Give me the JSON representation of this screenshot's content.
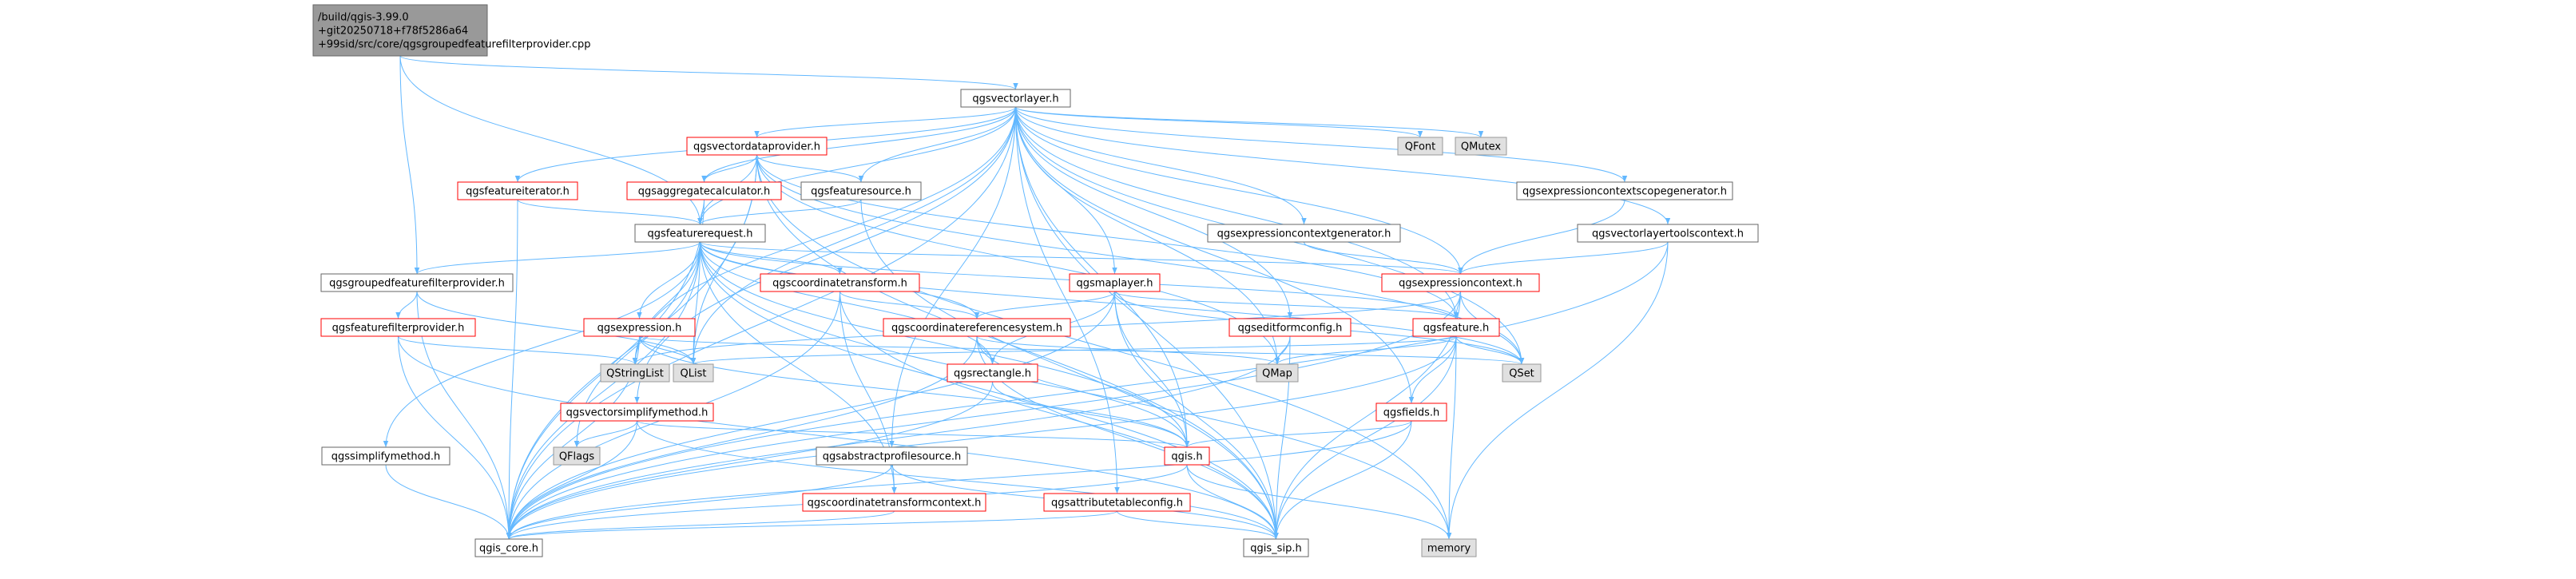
{
  "colors": {
    "edge": "#63b8ff",
    "node_border": "#666666",
    "node_red": "#ff0000",
    "root_fill": "#999999",
    "external_fill": "#e0e0e0",
    "node_fill": "#ffffff"
  },
  "nodes": [
    {
      "id": "root",
      "style": "root",
      "lines": [
        "/build/qgis-3.99.0",
        "+git20250718+f78f5286a64",
        "+99sid/src/core/qgsgroupedfeaturefilterprovider.cpp"
      ]
    },
    {
      "id": "qgsvectorlayer",
      "style": "black",
      "lines": [
        "qgsvectorlayer.h"
      ]
    },
    {
      "id": "qgsvectordataprovider",
      "style": "red",
      "lines": [
        "qgsvectordataprovider.h"
      ]
    },
    {
      "id": "qgsfeatureiterator",
      "style": "red",
      "lines": [
        "qgsfeatureiterator.h"
      ]
    },
    {
      "id": "qgsaggregatecalculator",
      "style": "red",
      "lines": [
        "qgsaggregatecalculator.h"
      ]
    },
    {
      "id": "qgsfeaturesource",
      "style": "black",
      "lines": [
        "qgsfeaturesource.h"
      ]
    },
    {
      "id": "qfont",
      "style": "external",
      "lines": [
        "QFont"
      ]
    },
    {
      "id": "qmutex",
      "style": "external",
      "lines": [
        "QMutex"
      ]
    },
    {
      "id": "qgsexprctxscopegen",
      "style": "black",
      "lines": [
        "qgsexpressioncontextscopegenerator.h"
      ]
    },
    {
      "id": "qgsfeaturerequest",
      "style": "black",
      "lines": [
        "qgsfeaturerequest.h"
      ]
    },
    {
      "id": "qgsexprctxgen",
      "style": "black",
      "lines": [
        "qgsexpressioncontextgenerator.h"
      ]
    },
    {
      "id": "qgsvectorlayertoolscontext",
      "style": "black",
      "lines": [
        "qgsvectorlayertoolscontext.h"
      ]
    },
    {
      "id": "qgsgroupedffp",
      "style": "black",
      "lines": [
        "qgsgroupedfeaturefilterprovider.h"
      ]
    },
    {
      "id": "qgscoordinatetransform",
      "style": "red",
      "lines": [
        "qgscoordinatetransform.h"
      ]
    },
    {
      "id": "qgsmaplayer",
      "style": "red",
      "lines": [
        "qgsmaplayer.h"
      ]
    },
    {
      "id": "qgsexpressioncontext",
      "style": "red",
      "lines": [
        "qgsexpressioncontext.h"
      ]
    },
    {
      "id": "qgsfeaturefilterprovider",
      "style": "red",
      "lines": [
        "qgsfeaturefilterprovider.h"
      ]
    },
    {
      "id": "qgsexpression",
      "style": "red",
      "lines": [
        "qgsexpression.h"
      ]
    },
    {
      "id": "qgscrs",
      "style": "red",
      "lines": [
        "qgscoordinatereferencesystem.h"
      ]
    },
    {
      "id": "qgseditformconfig",
      "style": "red",
      "lines": [
        "qgseditformconfig.h"
      ]
    },
    {
      "id": "qgsfeature",
      "style": "red",
      "lines": [
        "qgsfeature.h"
      ]
    },
    {
      "id": "qstringlist",
      "style": "external",
      "lines": [
        "QStringList"
      ]
    },
    {
      "id": "qlist",
      "style": "external",
      "lines": [
        "QList"
      ]
    },
    {
      "id": "qgsvectorsimplifymethod",
      "style": "red",
      "lines": [
        "qgsvectorsimplifymethod.h"
      ]
    },
    {
      "id": "qgsrectangle",
      "style": "red",
      "lines": [
        "qgsrectangle.h"
      ]
    },
    {
      "id": "qmap",
      "style": "external",
      "lines": [
        "QMap"
      ]
    },
    {
      "id": "qset",
      "style": "external",
      "lines": [
        "QSet"
      ]
    },
    {
      "id": "qgsfields",
      "style": "red",
      "lines": [
        "qgsfields.h"
      ]
    },
    {
      "id": "qgssimplifymethod",
      "style": "black",
      "lines": [
        "qgssimplifymethod.h"
      ]
    },
    {
      "id": "qflags",
      "style": "external",
      "lines": [
        "QFlags"
      ]
    },
    {
      "id": "qgsabstractprofilesource",
      "style": "black",
      "lines": [
        "qgsabstractprofilesource.h"
      ]
    },
    {
      "id": "qgscoordinatetransformcontext",
      "style": "red",
      "lines": [
        "qgscoordinatetransformcontext.h"
      ]
    },
    {
      "id": "qgsattributetableconfig",
      "style": "red",
      "lines": [
        "qgsattributetableconfig.h"
      ]
    },
    {
      "id": "qgis",
      "style": "red",
      "lines": [
        "qgis.h"
      ]
    },
    {
      "id": "qgis_core",
      "style": "black",
      "lines": [
        "qgis_core.h"
      ]
    },
    {
      "id": "qgis_sip",
      "style": "black",
      "lines": [
        "qgis_sip.h"
      ]
    },
    {
      "id": "memory",
      "style": "external",
      "lines": [
        "memory"
      ]
    }
  ],
  "edges": [
    [
      "root",
      "qgsvectorlayer"
    ],
    [
      "root",
      "qgsgroupedffp"
    ],
    [
      "root",
      "qgsfeaturerequest"
    ],
    [
      "qgsvectorlayer",
      "qgsvectordataprovider"
    ],
    [
      "qgsvectorlayer",
      "qgsfeatureiterator"
    ],
    [
      "qgsvectorlayer",
      "qgsaggregatecalculator"
    ],
    [
      "qgsvectorlayer",
      "qgsfeaturesource"
    ],
    [
      "qgsvectorlayer",
      "qfont"
    ],
    [
      "qgsvectorlayer",
      "qmutex"
    ],
    [
      "qgsvectorlayer",
      "qgsexprctxscopegen"
    ],
    [
      "qgsvectorlayer",
      "qgsfeaturerequest"
    ],
    [
      "qgsvectorlayer",
      "qgsexprctxgen"
    ],
    [
      "qgsvectorlayer",
      "qgsvectorlayertoolscontext"
    ],
    [
      "qgsvectorlayer",
      "qgsmaplayer"
    ],
    [
      "qgsvectorlayer",
      "qgsexpressioncontext"
    ],
    [
      "qgsvectorlayer",
      "qgseditformconfig"
    ],
    [
      "qgsvectorlayer",
      "qgsfeature"
    ],
    [
      "qgsvectorlayer",
      "qstringlist"
    ],
    [
      "qgsvectorlayer",
      "qlist"
    ],
    [
      "qgsvectorlayer",
      "qgsvectorsimplifymethod"
    ],
    [
      "qgsvectorlayer",
      "qmap"
    ],
    [
      "qgsvectorlayer",
      "qset"
    ],
    [
      "qgsvectorlayer",
      "qgsfields"
    ],
    [
      "qgsvectorlayer",
      "qgsabstractprofilesource"
    ],
    [
      "qgsvectorlayer",
      "qgsattributetableconfig"
    ],
    [
      "qgsvectorlayer",
      "qgis"
    ],
    [
      "qgsvectorlayer",
      "qgis_core"
    ],
    [
      "qgsvectorlayer",
      "qgis_sip"
    ],
    [
      "qgsvectordataprovider",
      "qgsaggregatecalculator"
    ],
    [
      "qgsvectordataprovider",
      "qgsfeaturesource"
    ],
    [
      "qgsvectordataprovider",
      "qgsfeaturerequest"
    ],
    [
      "qgsvectordataprovider",
      "qgsfeature"
    ],
    [
      "qgsvectordataprovider",
      "qlist"
    ],
    [
      "qgsvectordataprovider",
      "qmap"
    ],
    [
      "qgsvectordataprovider",
      "qset"
    ],
    [
      "qgsvectordataprovider",
      "qgis_core"
    ],
    [
      "qgsvectordataprovider",
      "qgis_sip"
    ],
    [
      "qgsvectordataprovider",
      "memory"
    ],
    [
      "qgsfeatureiterator",
      "qgsfeaturerequest"
    ],
    [
      "qgsfeatureiterator",
      "qgis_core"
    ],
    [
      "qgsaggregatecalculator",
      "qgsfeaturerequest"
    ],
    [
      "qgsaggregatecalculator",
      "qgis_core"
    ],
    [
      "qgsfeaturesource",
      "qgsfeaturerequest"
    ],
    [
      "qgsfeaturesource",
      "qgis_sip"
    ],
    [
      "qgsexprctxscopegen",
      "qgsexpressioncontext"
    ],
    [
      "qgsfeaturerequest",
      "qgsgroupedffp"
    ],
    [
      "qgsfeaturerequest",
      "qgscoordinatetransform"
    ],
    [
      "qgsfeaturerequest",
      "qgsexpressioncontext"
    ],
    [
      "qgsfeaturerequest",
      "qgsexpression"
    ],
    [
      "qgsfeaturerequest",
      "qgscrs"
    ],
    [
      "qgsfeaturerequest",
      "qgsfeature"
    ],
    [
      "qgsfeaturerequest",
      "qstringlist"
    ],
    [
      "qgsfeaturerequest",
      "qlist"
    ],
    [
      "qgsfeaturerequest",
      "qgsrectangle"
    ],
    [
      "qgsfeaturerequest",
      "qset"
    ],
    [
      "qgsfeaturerequest",
      "qgssimplifymethod"
    ],
    [
      "qgsfeaturerequest",
      "qflags"
    ],
    [
      "qgsfeaturerequest",
      "qgscoordinatetransformcontext"
    ],
    [
      "qgsfeaturerequest",
      "qgis"
    ],
    [
      "qgsfeaturerequest",
      "qgis_core"
    ],
    [
      "qgsfeaturerequest",
      "qgis_sip"
    ],
    [
      "qgsfeaturerequest",
      "memory"
    ],
    [
      "qgsexprctxgen",
      "qgsexpressioncontext"
    ],
    [
      "qgsvectorlayertoolscontext",
      "qgsexpressioncontext"
    ],
    [
      "qgsvectorlayertoolscontext",
      "qgis_core"
    ],
    [
      "qgsvectorlayertoolscontext",
      "memory"
    ],
    [
      "qgsgroupedffp",
      "qgsfeaturefilterprovider"
    ],
    [
      "qgsgroupedffp",
      "qlist"
    ],
    [
      "qgsgroupedffp",
      "qgis_core"
    ],
    [
      "qgscoordinatetransform",
      "qgscrs"
    ],
    [
      "qgscoordinatetransform",
      "qgscoordinatetransformcontext"
    ],
    [
      "qgscoordinatetransform",
      "qgis_core"
    ],
    [
      "qgscoordinatetransform",
      "qgis_sip"
    ],
    [
      "qgsmaplayer",
      "qgscrs"
    ],
    [
      "qgsmaplayer",
      "qgsrectangle"
    ],
    [
      "qgsmaplayer",
      "qgis"
    ],
    [
      "qgsmaplayer",
      "qgis_core"
    ],
    [
      "qgsmaplayer",
      "qgis_sip"
    ],
    [
      "qgsmaplayer",
      "qset"
    ],
    [
      "qgsmaplayer",
      "qgsfeature"
    ],
    [
      "qgsexpressioncontext",
      "qgsfeature"
    ],
    [
      "qgsexpressioncontext",
      "qset"
    ],
    [
      "qgsexpressioncontext",
      "qstringlist"
    ],
    [
      "qgsexpressioncontext",
      "qgis_core"
    ],
    [
      "qgsexpressioncontext",
      "qgis_sip"
    ],
    [
      "qgsfeaturefilterprovider",
      "qstringlist"
    ],
    [
      "qgsfeaturefilterprovider",
      "qgis_core"
    ],
    [
      "qgsfeaturefilterprovider",
      "qgis_sip"
    ],
    [
      "qgsexpression",
      "qstringlist"
    ],
    [
      "qgsexpression",
      "qlist"
    ],
    [
      "qgsexpression",
      "qset"
    ],
    [
      "qgsexpression",
      "qgis"
    ],
    [
      "qgsexpression",
      "qgis_core"
    ],
    [
      "qgscrs",
      "qgsrectangle"
    ],
    [
      "qgscrs",
      "qmap"
    ],
    [
      "qgscrs",
      "qgis"
    ],
    [
      "qgscrs",
      "qgis_core"
    ],
    [
      "qgscrs",
      "qgis_sip"
    ],
    [
      "qgseditformconfig",
      "qmap"
    ],
    [
      "qgseditformconfig",
      "qgis_core"
    ],
    [
      "qgseditformconfig",
      "qgis_sip"
    ],
    [
      "qgsfeature",
      "qlist"
    ],
    [
      "qgsfeature",
      "qmap"
    ],
    [
      "qgsfeature",
      "qset"
    ],
    [
      "qgsfeature",
      "qgsfields"
    ],
    [
      "qgsfeature",
      "qgis_core"
    ],
    [
      "qgsfeature",
      "qgis_sip"
    ],
    [
      "qgsfeature",
      "memory"
    ],
    [
      "qgsvectorsimplifymethod",
      "qflags"
    ],
    [
      "qgsvectorsimplifymethod",
      "qgis"
    ],
    [
      "qgsvectorsimplifymethod",
      "qgis_core"
    ],
    [
      "qgsvectorsimplifymethod",
      "qgis_sip"
    ],
    [
      "qgsrectangle",
      "qgis"
    ],
    [
      "qgsrectangle",
      "qgis_core"
    ],
    [
      "qgsfields",
      "qgis"
    ],
    [
      "qgsfields",
      "qgis_core"
    ],
    [
      "qgsfields",
      "qgis_sip"
    ],
    [
      "qgssimplifymethod",
      "qgis_core"
    ],
    [
      "qgsabstractprofilesource",
      "qgis_core"
    ],
    [
      "qgsabstractprofilesource",
      "qgis_sip"
    ],
    [
      "qgscoordinatetransformcontext",
      "qgis_core"
    ],
    [
      "qgsattributetableconfig",
      "qgis_core"
    ],
    [
      "qgsattributetableconfig",
      "qgis_sip"
    ],
    [
      "qgis",
      "qgis_core"
    ],
    [
      "qgis",
      "qgis_sip"
    ],
    [
      "qgis",
      "memory"
    ]
  ]
}
